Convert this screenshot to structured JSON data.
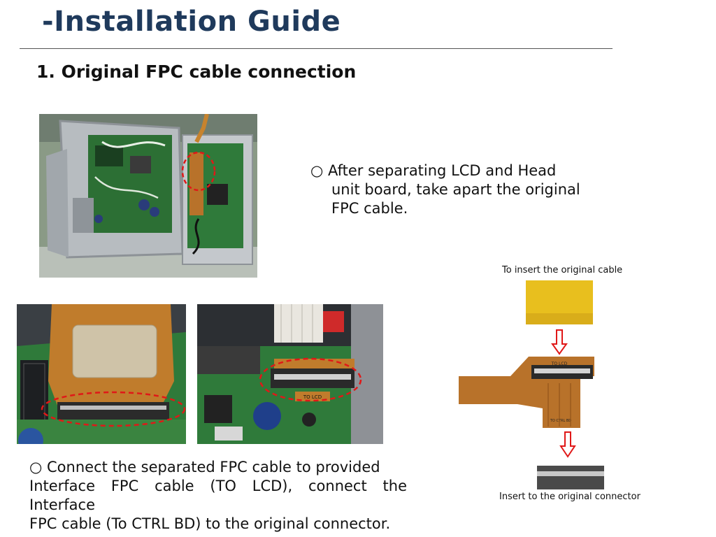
{
  "header": {
    "title": "-Installation Guide",
    "subtitle": "1. Original FPC cable connection"
  },
  "step1": {
    "bullet": "○",
    "line1": "After separating LCD and Head",
    "line2": "unit board, take apart the original",
    "line3": "FPC cable."
  },
  "step2": {
    "bullet": "○",
    "line1": "Connect the separated FPC cable to provided",
    "line2": "Interface FPC cable (TO LCD), connect the Interface",
    "line3": "FPC cable (To CTRL BD) to the original connector."
  },
  "diagram": {
    "caption_top": "To insert the original cable",
    "caption_bottom": "Insert to the original connector",
    "label_to_lcd": "TO LCD",
    "label_to_ctrl": "TO CTRL BD",
    "label_chip": "TO LCD"
  },
  "colors": {
    "title": "#1f3a5c",
    "pcb_green": "#2f7a3a",
    "flex_orange": "#b8722a",
    "highlight_red": "#e01818",
    "cable_yellow": "#e8bf1e"
  }
}
